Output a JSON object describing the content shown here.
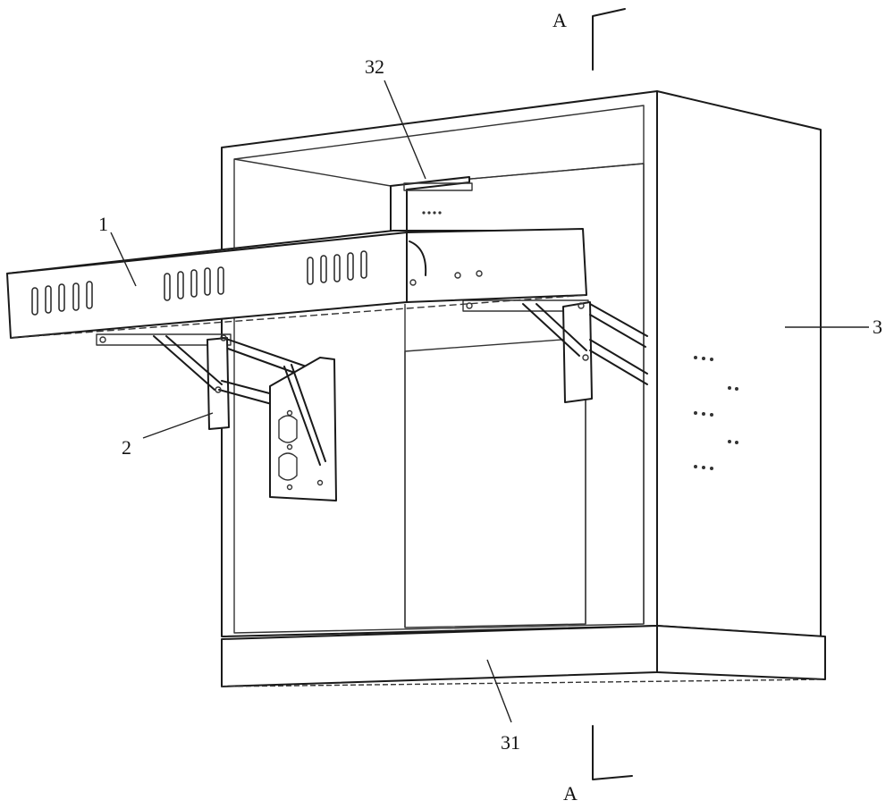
{
  "figure": {
    "section_mark_top": "A",
    "section_mark_bottom": "A",
    "callouts": [
      {
        "id": "drawer",
        "text": "1"
      },
      {
        "id": "arm",
        "text": "2"
      },
      {
        "id": "cabinet",
        "text": "3"
      },
      {
        "id": "base",
        "text": "31"
      },
      {
        "id": "top-module",
        "text": "32"
      }
    ]
  },
  "colors": {
    "line": "#1a1a1a",
    "background": "#ffffff"
  }
}
